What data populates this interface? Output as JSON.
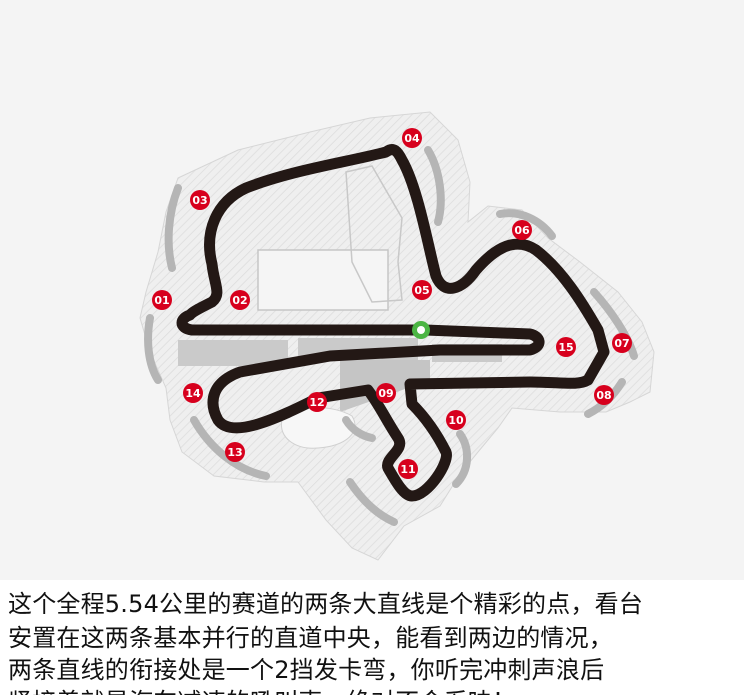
{
  "map": {
    "title": "",
    "colors": {
      "background": "#f4f4f4",
      "track_area": "#e9e9e9",
      "track": "#231815",
      "runoff": "#b3b3b3",
      "building": "#c9c9c9",
      "marker": "#d7001d",
      "start_marker": "#4bb543"
    },
    "corners": [
      {
        "label": "01"
      },
      {
        "label": "02"
      },
      {
        "label": "03"
      },
      {
        "label": "04"
      },
      {
        "label": "05"
      },
      {
        "label": "06"
      },
      {
        "label": "07"
      },
      {
        "label": "08"
      },
      {
        "label": "09"
      },
      {
        "label": "10"
      },
      {
        "label": "11"
      },
      {
        "label": "12"
      },
      {
        "label": "13"
      },
      {
        "label": "14"
      },
      {
        "label": "15"
      }
    ]
  },
  "caption": {
    "lines": [
      "这个全程5.54公里的赛道的两条大直线是个精彩的点，看台",
      "安置在这两条基本并行的直道中央，能看到两边的情况，",
      "两条直线的衔接处是一个2挡发卡弯，你听完冲刺声浪后",
      "紧接着就是汽车减速的吼叫声，绝对不会乏味！"
    ]
  }
}
